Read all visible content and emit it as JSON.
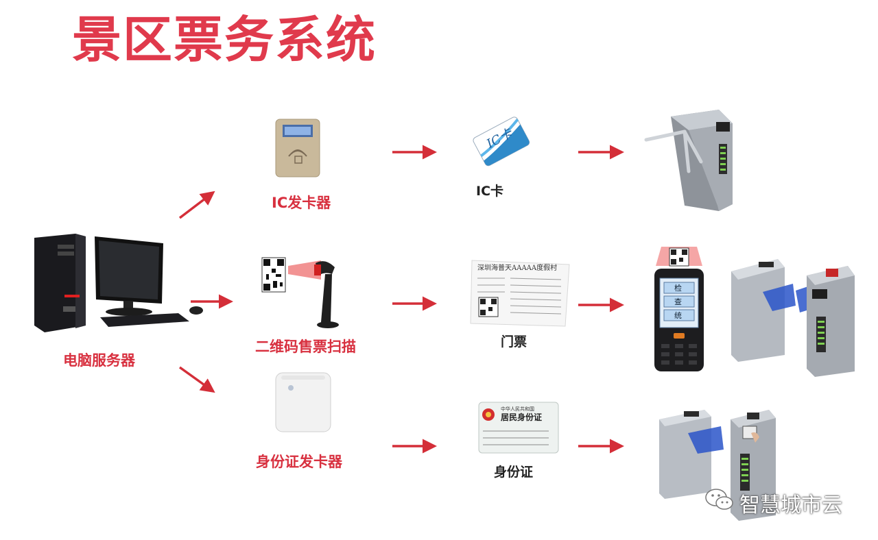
{
  "title": "景区票务系统",
  "colors": {
    "accent": "#e03a4c",
    "arrow": "#d42e38"
  },
  "nodes": {
    "server": "电脑服务器",
    "ic_issuer": "IC发卡器",
    "qr_scanner": "二维码售票扫描",
    "id_issuer": "身份证发卡器",
    "ic_card": "IC卡",
    "ticket": "门票",
    "id_card": "身份证"
  },
  "card_text": {
    "ic_card_face": "IC卡",
    "ticket_header": "深圳海普天AAAAA度假村",
    "id_header_small": "中华人民共和国",
    "id_header": "居民身份证"
  },
  "handheld_menu": [
    "检",
    "查",
    "统"
  ],
  "watermark": "智慧城市云"
}
